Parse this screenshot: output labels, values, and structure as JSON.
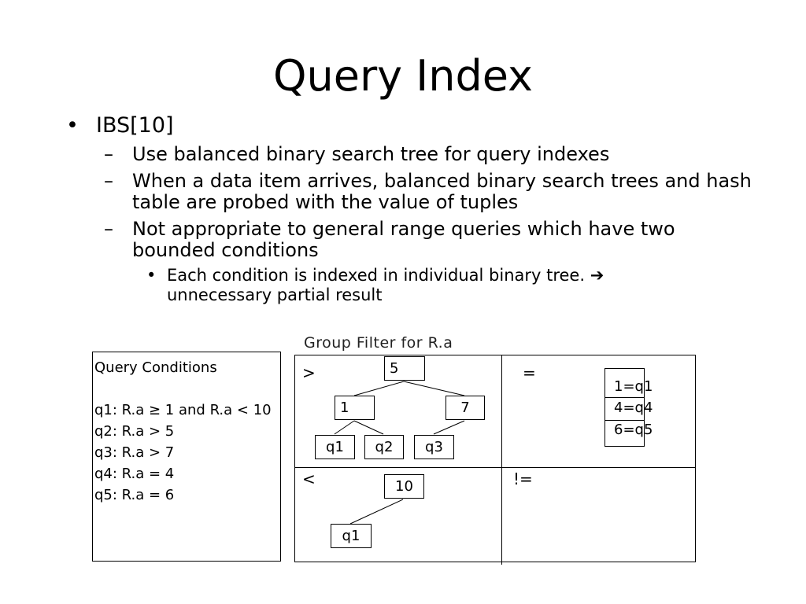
{
  "slide": {
    "title": "Query Index",
    "bullets": {
      "b1": "IBS[10]",
      "b1_1": "Use balanced binary search tree for query indexes",
      "b1_2": "When a data item arrives, balanced binary search trees and hash table are probed with the value of  tuples",
      "b1_3": "Not appropriate to general range queries which have two bounded conditions",
      "b1_3_1": "Each condition is indexed in individual binary tree.",
      "b1_3_1_arrow": "➔",
      "b1_3_1_cont": "unnecessary partial result"
    },
    "bullet_marks": {
      "level1": "•",
      "level2": "–",
      "level3": "•"
    }
  },
  "diagram": {
    "conditions": {
      "heading": "Query Conditions",
      "items": [
        "q1:  R.a  ≥ 1 and R.a  < 10",
        "q2: R.a > 5",
        "q3: R.a > 7",
        "q4: R.a = 4",
        "q5: R.a = 6"
      ]
    },
    "group_filter_label": "Group Filter for R.a",
    "quadrants": {
      "gt": ">",
      "eq": "=",
      "lt": "<",
      "neq": "!="
    },
    "gt_tree": {
      "root": "5",
      "left": "1",
      "right": "7",
      "leaf1": "q1",
      "leaf2": "q2",
      "leaf3": "q3"
    },
    "lt_tree": {
      "root": "10",
      "leaf1": "q1"
    },
    "hash_table": [
      "1=q1",
      "4=q4",
      "6=q5"
    ]
  }
}
